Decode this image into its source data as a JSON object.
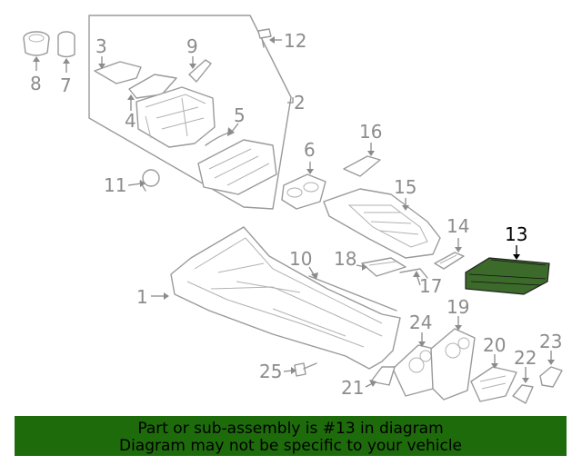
{
  "highlight_color": "#1e6b0c",
  "highlight_part": "13",
  "callouts": [
    {
      "id": "1",
      "label": "1"
    },
    {
      "id": "2",
      "label": "2"
    },
    {
      "id": "3",
      "label": "3"
    },
    {
      "id": "4",
      "label": "4"
    },
    {
      "id": "5",
      "label": "5"
    },
    {
      "id": "6",
      "label": "6"
    },
    {
      "id": "7",
      "label": "7"
    },
    {
      "id": "8",
      "label": "8"
    },
    {
      "id": "9",
      "label": "9"
    },
    {
      "id": "10",
      "label": "10"
    },
    {
      "id": "11",
      "label": "11"
    },
    {
      "id": "12",
      "label": "12"
    },
    {
      "id": "13",
      "label": "13"
    },
    {
      "id": "14",
      "label": "14"
    },
    {
      "id": "15",
      "label": "15"
    },
    {
      "id": "16",
      "label": "16"
    },
    {
      "id": "17",
      "label": "17"
    },
    {
      "id": "18",
      "label": "18"
    },
    {
      "id": "19",
      "label": "19"
    },
    {
      "id": "20",
      "label": "20"
    },
    {
      "id": "21",
      "label": "21"
    },
    {
      "id": "22",
      "label": "22"
    },
    {
      "id": "23",
      "label": "23"
    },
    {
      "id": "24",
      "label": "24"
    },
    {
      "id": "25",
      "label": "25"
    }
  ],
  "footer": {
    "line1": "Part or sub-assembly is #13 in diagram",
    "line2": "Diagram may not be specific to your vehicle",
    "background": "#1e6b0c"
  }
}
